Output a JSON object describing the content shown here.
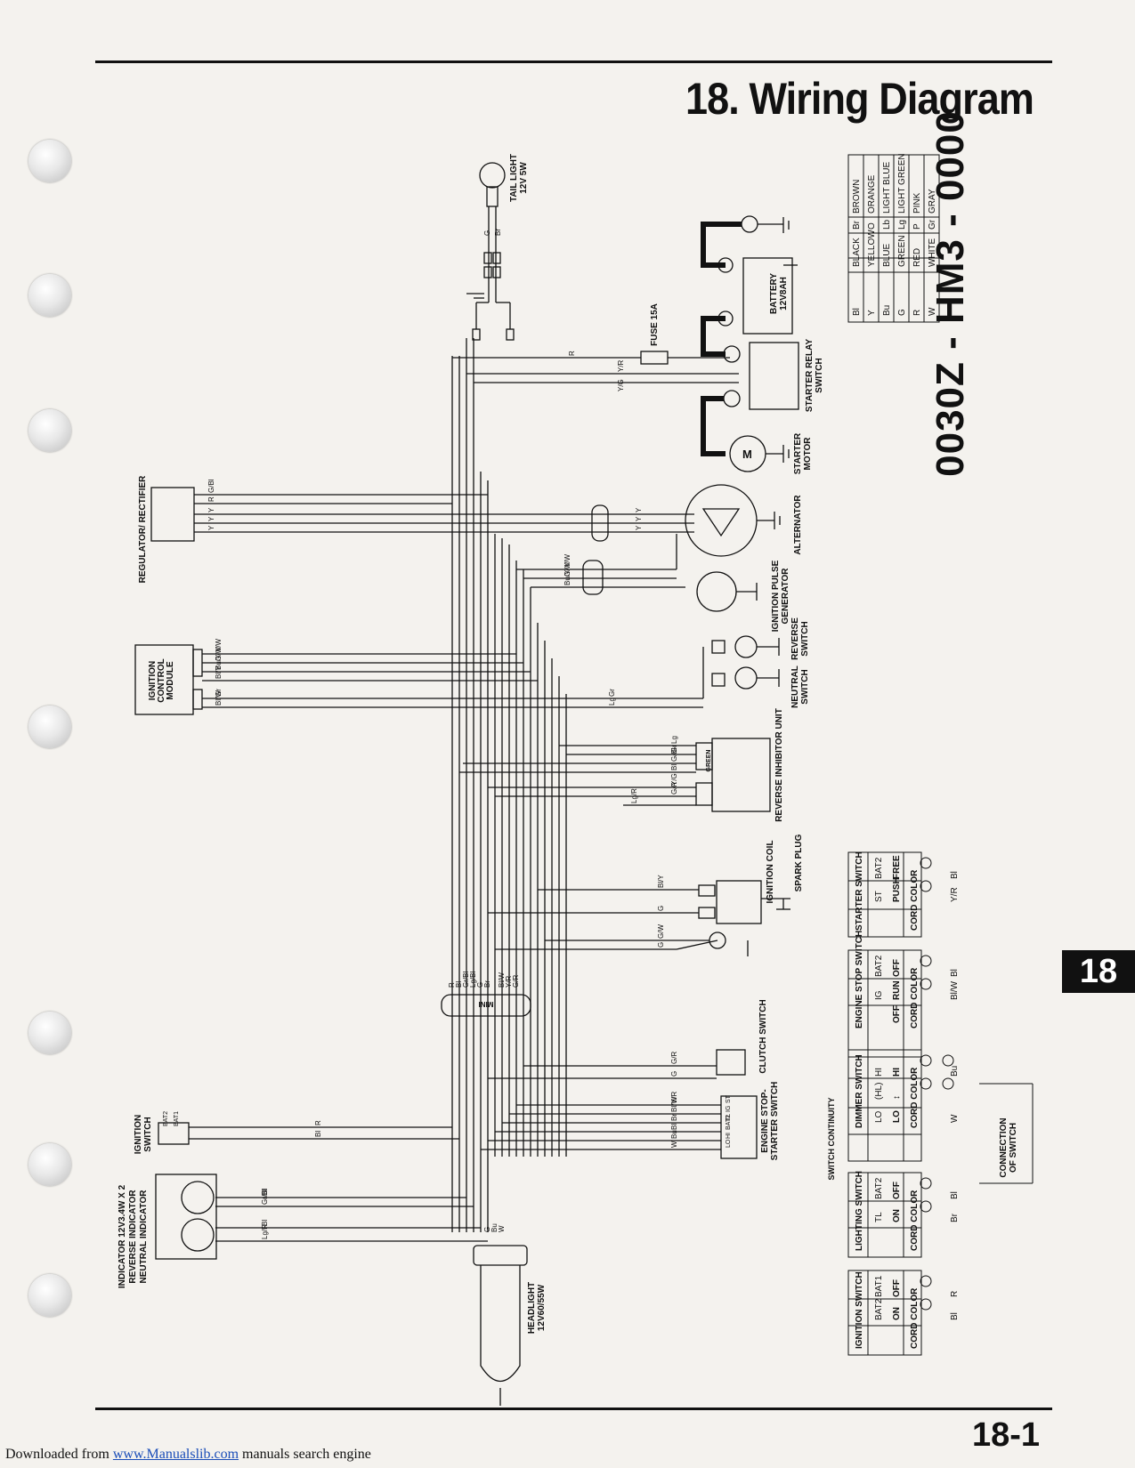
{
  "title": "18. Wiring Diagram",
  "code": "0030Z - HM3 - 0000",
  "section_tab": "18",
  "page_number": "18-1",
  "footer": {
    "prefix": "Downloaded from ",
    "link": "www.Manualslib.com",
    "suffix": " manuals search engine"
  },
  "color_legend": [
    [
      "Bl",
      "BLACK",
      "Br",
      "BROWN"
    ],
    [
      "Y",
      "YELLOW",
      "O",
      "ORANGE"
    ],
    [
      "Bu",
      "BLUE",
      "Lb",
      "LIGHT BLUE"
    ],
    [
      "G",
      "GREEN",
      "Lg",
      "LIGHT GREEN"
    ],
    [
      "R",
      "RED",
      "P",
      "PINK"
    ],
    [
      "W",
      "WHITE",
      "Gr",
      "GRAY"
    ]
  ],
  "components": {
    "tail_light": [
      "TAIL LIGHT",
      "12V 5W"
    ],
    "fuse": "FUSE 15A",
    "battery": [
      "BATTERY",
      "12V8AH"
    ],
    "starter_relay": [
      "STARTER RELAY",
      "SWITCH"
    ],
    "starter_motor": [
      "STARTER",
      "MOTOR"
    ],
    "regulator": "REGULATOR/ RECTIFIER",
    "alternator": "ALTERNATOR",
    "pulse_generator": [
      "IGNITION PULSE",
      "GENERATOR"
    ],
    "icm": [
      "IGNITION",
      "CONTROL",
      "MODULE"
    ],
    "reverse_switch": [
      "REVERSE",
      "SWITCH"
    ],
    "neutral_switch": [
      "NEUTRAL",
      "SWITCH"
    ],
    "reverse_inhibitor": "REVERSE INHIBITOR UNIT",
    "green": "GREEN",
    "mini": "MINI",
    "ignition_coil": "IGNITION COIL",
    "spark_plug": "SPARK PLUG",
    "clutch_switch": "CLUTCH SWITCH",
    "ignition_switch": [
      "IGNITION",
      "SWITCH"
    ],
    "engine_stop_starter": [
      "ENGINE STOP-",
      "STARTER SWITCH"
    ],
    "indicator": [
      "INDICATOR 12V3.4W X 2",
      "REVERSE INDICATOR",
      "NEUTRAL INDICATOR"
    ],
    "headlight": [
      "HEADLIGHT",
      "12V60/55W"
    ],
    "switch_continuity": "SWITCH CONTINUITY",
    "connection_of_switch": [
      "CONNECTION",
      "OF SWITCH"
    ]
  },
  "wire_labels": {
    "tail": [
      "G",
      "Br"
    ],
    "fuse_r": "R",
    "relay": [
      "Y/R",
      "Y/G"
    ],
    "regulator": [
      "G/Bl",
      "R",
      "Y",
      "Y",
      "Y"
    ],
    "alternator": [
      "Y",
      "Y",
      "Y"
    ],
    "pulse": [
      "Y/W",
      "G/W",
      "Bu/Y"
    ],
    "icm": [
      "Y/W",
      "G/W",
      "Bu/Y",
      "Bl/Y",
      "Gr",
      "Bl/W"
    ],
    "neutral": [
      "Gr",
      "Lg"
    ],
    "inhibitor": [
      "Lg",
      "Gr",
      "G/Bl",
      "Bl",
      "Y/G",
      "G/R",
      "Lg/R"
    ],
    "coil": [
      "Bl/Y",
      "G",
      "G/W",
      "G"
    ],
    "mini_connector": [
      "R",
      "Bl",
      "Gr/Bl",
      "Lg/Bl",
      "G",
      "Br",
      "Bl/W",
      "Y/R",
      "G/R"
    ],
    "clutch": [
      "G/R",
      "G"
    ],
    "ign_switch": [
      "R",
      "Bl"
    ],
    "ign_terminals": [
      "BAT2",
      "BAT1"
    ],
    "stop_starter": [
      "Y/R",
      "Bl/W",
      "Br",
      "Bl",
      "Bu",
      "W"
    ],
    "stop_terminals": [
      "ST",
      "IG",
      "TL",
      "BAT2",
      "HI",
      "LO"
    ],
    "indicator": [
      "Bl",
      "Gr/Bl",
      "Bl",
      "Lg/R"
    ],
    "headlight": [
      "G",
      "Bu",
      "W"
    ]
  },
  "switch_tables": [
    {
      "name": "STARTER SWITCH",
      "cols": [
        "BAT2",
        "ST"
      ],
      "rows": [
        "FREE",
        "PUSH"
      ],
      "cord": [
        "Bl",
        "Y/R"
      ]
    },
    {
      "name": "ENGINE STOP SWITCH",
      "cols": [
        "BAT2",
        "IG"
      ],
      "rows": [
        "OFF",
        "RUN",
        "OFF"
      ],
      "cord": [
        "Bl",
        "Bl/W"
      ]
    },
    {
      "name": "DIMMER SWITCH",
      "cols": [
        "HI",
        "(HL)",
        "LO"
      ],
      "rows": [
        "HI",
        "↕",
        "LO"
      ],
      "cord": [
        "Bu",
        "",
        "W"
      ]
    },
    {
      "name": "LIGHTING SWITCH",
      "cols": [
        "BAT2",
        "TL"
      ],
      "rows": [
        "OFF",
        "ON"
      ],
      "cord": [
        "Bl",
        "Br"
      ]
    },
    {
      "name": "IGNITION SWITCH",
      "cols": [
        "BAT1",
        "BAT2"
      ],
      "rows": [
        "OFF",
        "ON"
      ],
      "cord": [
        "R",
        "Bl"
      ]
    }
  ],
  "cord_color_label": "CORD COLOR"
}
